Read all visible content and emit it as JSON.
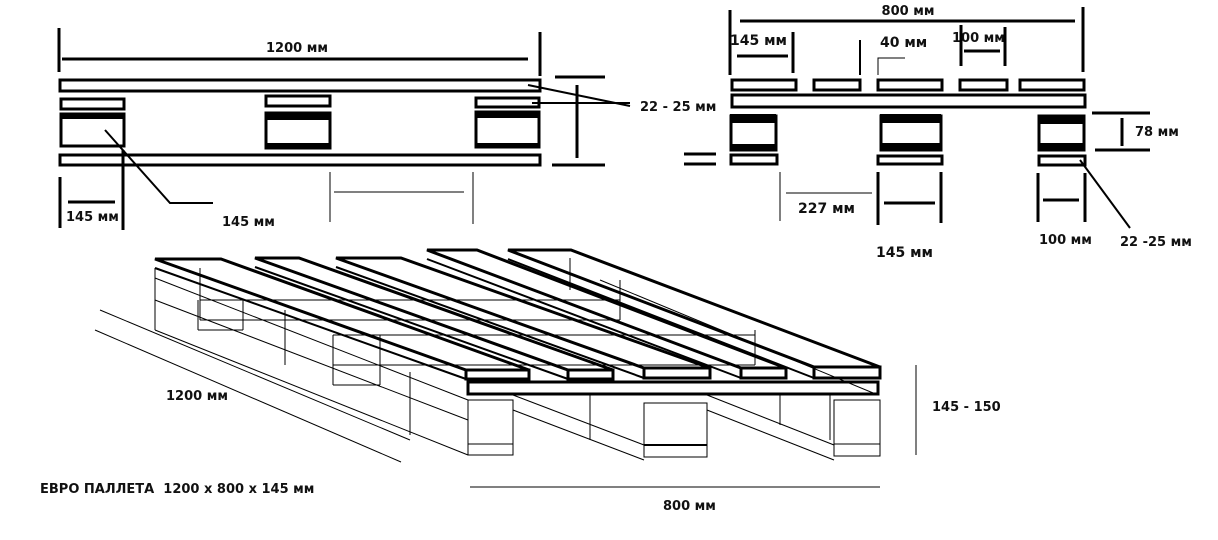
{
  "title": "ЕВРО ПАЛЛЕТА  1200 x 800 x 145 мм",
  "side_view": {
    "length_label": "1200 мм",
    "board_thickness_label": "22 - 25 мм",
    "block_width_label": "145 мм",
    "block_label_2": "145 мм"
  },
  "end_view": {
    "width_label": "800 мм",
    "board_145_label": "145 мм",
    "gap_label": "40 мм",
    "board_100_label": "100 мм",
    "block_height_label": "78 мм",
    "gap_227_label": "227 мм",
    "block_145_label": "145 мм",
    "block_100_label": "100 мм",
    "bottom_board_label": "22 -25 мм"
  },
  "iso_view": {
    "length_label": "1200 мм",
    "width_label": "800 мм",
    "height_label": "145 - 150"
  }
}
